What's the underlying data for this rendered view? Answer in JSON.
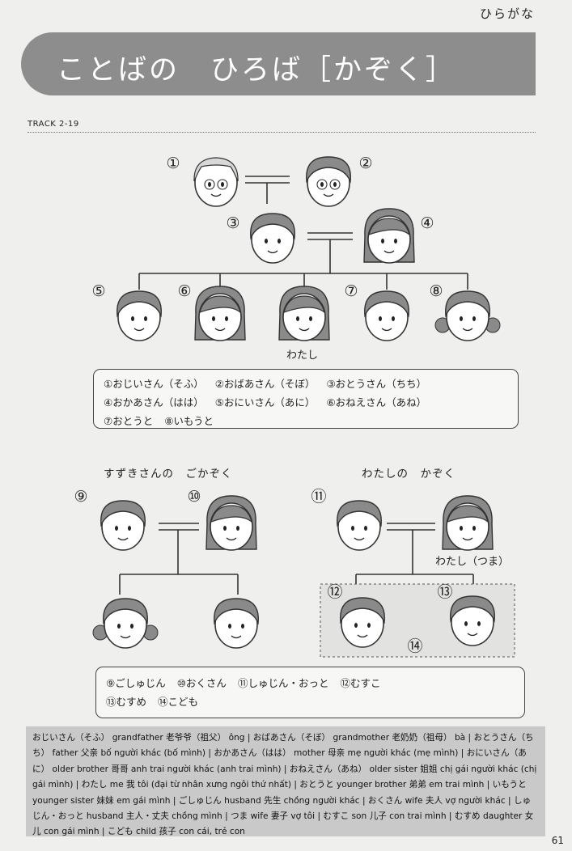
{
  "header": {
    "tag": "ひらがな",
    "title": "ことばの　ひろば［かぞく］",
    "track": "TRACK 2-19"
  },
  "tree1": {
    "markers": [
      "①",
      "②",
      "③",
      "④",
      "⑤",
      "⑥",
      "⑦",
      "⑧"
    ],
    "me_label": "わたし"
  },
  "box1": {
    "rows": [
      [
        "①おじいさん（そふ）",
        "②おばあさん（そぼ）",
        "③おとうさん（ちち）"
      ],
      [
        "④おかあさん（はは）",
        "⑤おにいさん（あに）",
        "⑥おねえさん（あね）"
      ],
      [
        "⑦おとうと",
        "⑧いもうと"
      ]
    ]
  },
  "tree2": {
    "suzuki_head": "すずきさんの　ごかぞく",
    "my_head": "わたしの　かぞく",
    "markers": [
      "⑨",
      "⑩",
      "⑪",
      "⑫",
      "⑬",
      "⑭"
    ],
    "wife_label": "わたし（つま）"
  },
  "box2": {
    "rows": [
      [
        "⑨ごしゅじん",
        "⑩おくさん",
        "⑪しゅじん・おっと",
        "⑫むすこ"
      ],
      [
        "⑬むすめ",
        "⑭こども"
      ]
    ]
  },
  "vocab": {
    "text": "おじいさん（そふ） grandfather 老爷爷（祖父） ông | おばあさん（そぼ） grandmother 老奶奶（祖母） bà | おとうさん（ちち） father 父亲 bố người khác (bố mình) | おかあさん（はは） mother 母亲 mẹ người khác (mẹ mình) | おにいさん（あに） older brother 哥哥 anh trai người khác (anh trai mình) | おねえさん（あね） older sister 姐姐 chị gái người khác (chị gái mình) | わたし me 我 tôi (đại từ nhân xưng ngôi thứ nhất) | おとうと younger brother 弟弟 em trai mình | いもうと younger sister 妹妹 em gái mình | ごしゅじん husband 先生 chồng người khác | おくさん wife 夫人 vợ người khác | しゅじん・おっと husband 主人・丈夫 chồng mình | つま wife 妻子 vợ tôi | むすこ son 儿子 con trai mình | むすめ daughter 女儿 con gái mình | こども child 孩子 con cái, trẻ con"
  },
  "page_number": "61",
  "colors": {
    "banner": "#8d8d8d",
    "hair": "#8a8a8a",
    "vocab_bg": "#c9c9c9"
  }
}
